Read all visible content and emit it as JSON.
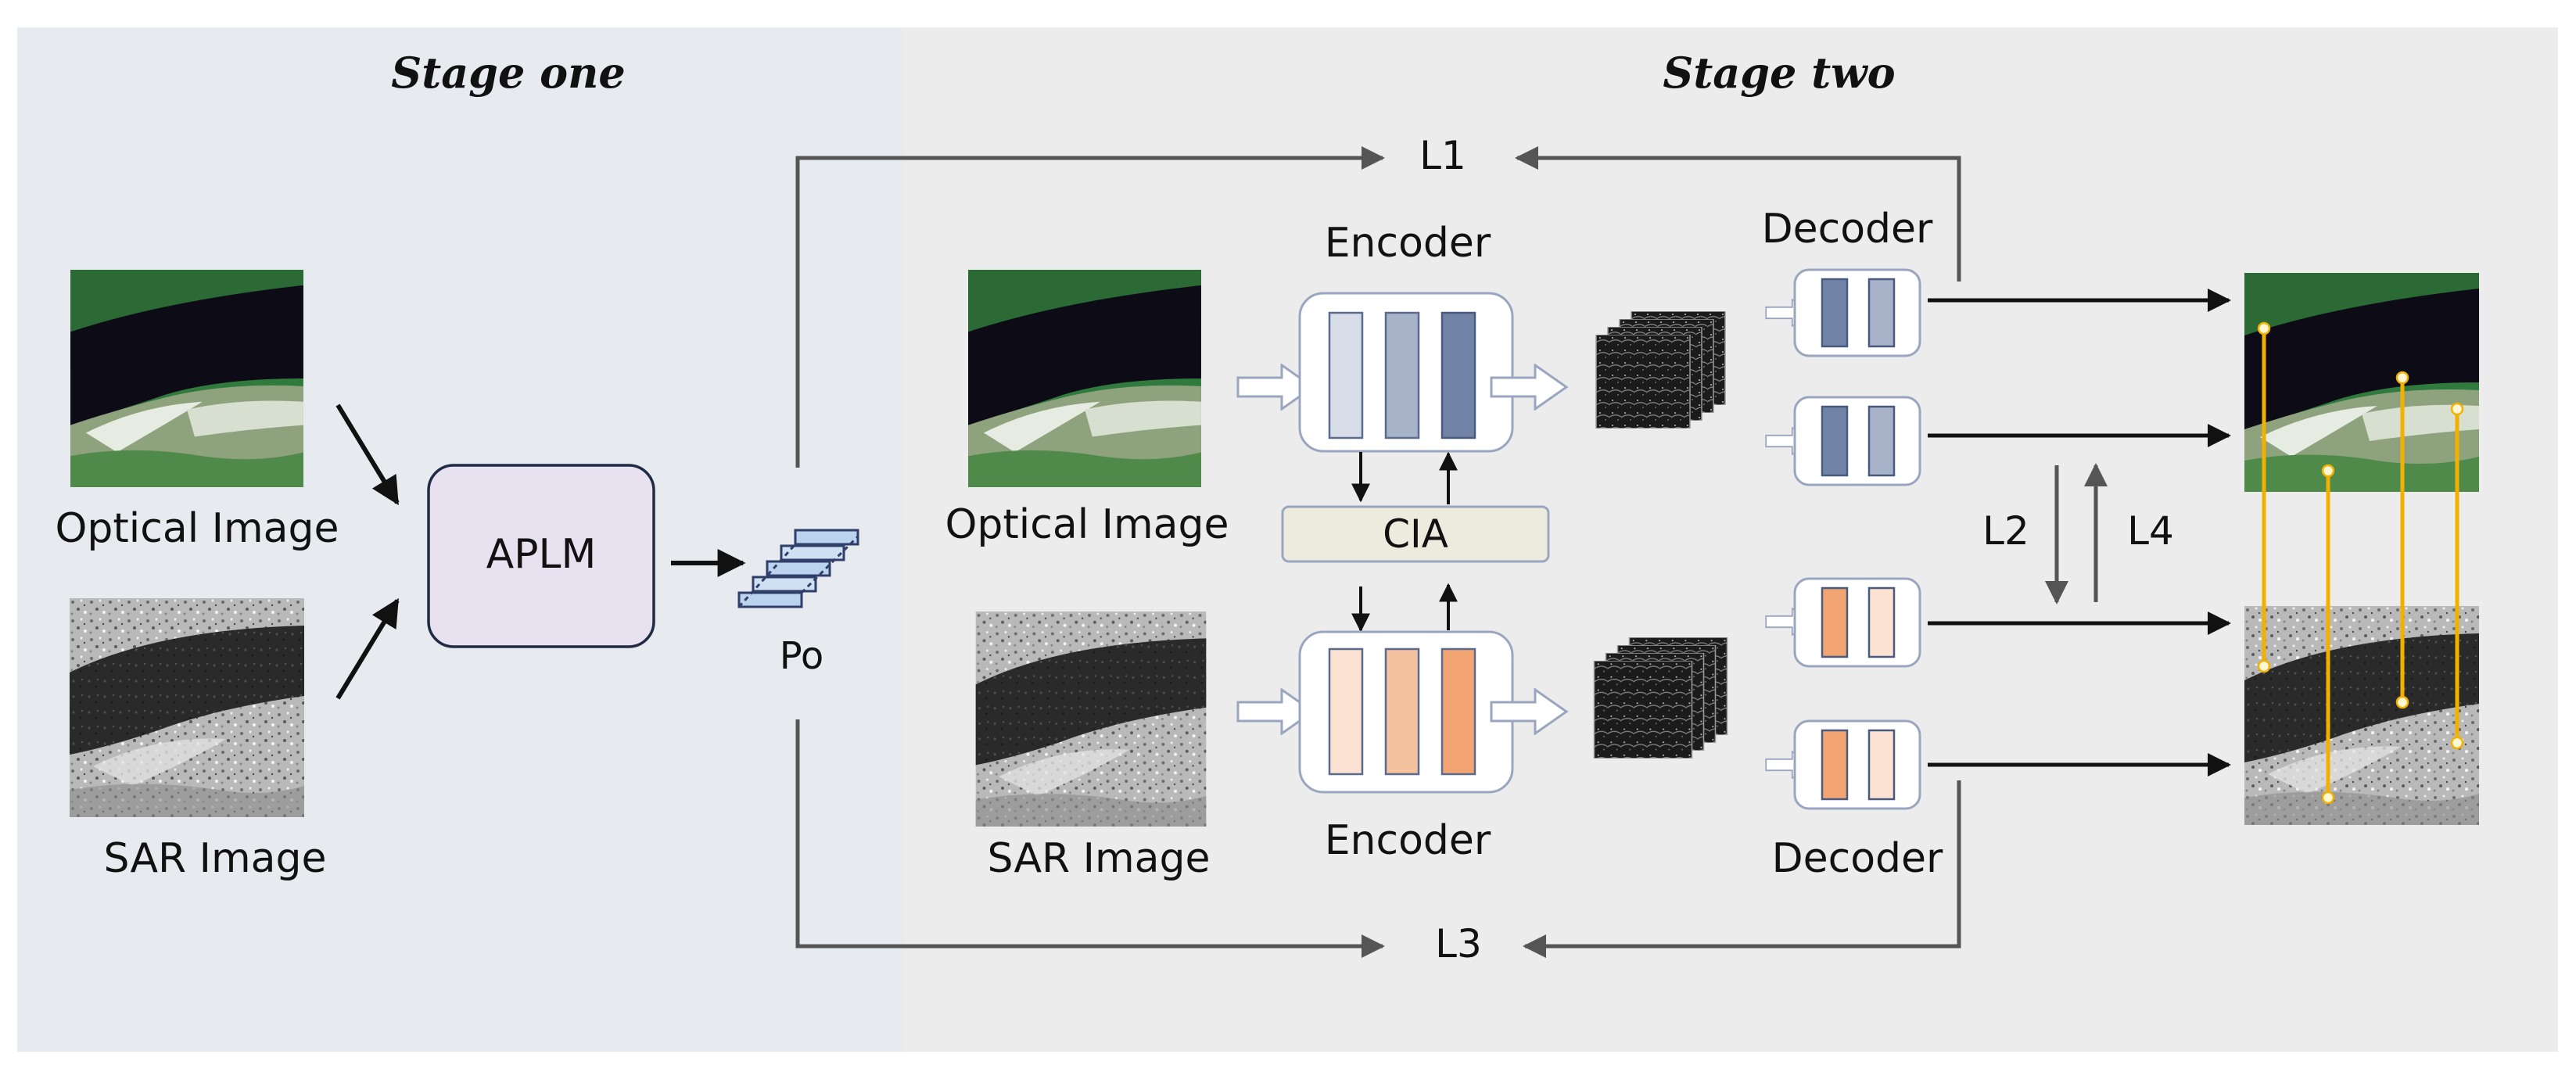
{
  "stage_one": {
    "title": "Stage one"
  },
  "stage_two": {
    "title": "Stage two"
  },
  "stage_one_inputs": {
    "optical_label": "Optical Image",
    "sar_label": "SAR Image"
  },
  "aplm": {
    "label": "APLM"
  },
  "prompt": {
    "label": "Po"
  },
  "stage_two_inputs": {
    "optical_label": "Optical Image",
    "sar_label": "SAR Image"
  },
  "encoders": {
    "top_label": "Encoder",
    "bottom_label": "Encoder"
  },
  "cia": {
    "label": "CIA"
  },
  "decoders": {
    "top_label": "Decoder",
    "bottom_label": "Decoder"
  },
  "losses": {
    "l1": "L1",
    "l2": "L2",
    "l3": "L3",
    "l4": "L4"
  },
  "colors": {
    "stage_one_bg": "#e7eaee",
    "stage_two_bg": "#ececec",
    "aplm_fill": "#e8e2f0",
    "aplm_border": "#1f2a44",
    "module_border": "#9aa6bf",
    "cia_fill": "#ecebde",
    "optical_bar_light": "#d6dce8",
    "optical_bar_mid": "#a8b3c9",
    "optical_bar_dark": "#7184a8",
    "sar_bar_light": "#fbe2d2",
    "sar_bar_mid": "#f5c2a0",
    "sar_bar_dark": "#f2a572",
    "arrow_dark": "#111111",
    "arrow_grey": "#555555",
    "match_line": "#f2b100",
    "optical_green": "#2f7a3c",
    "optical_dark": "#0d0c16"
  }
}
